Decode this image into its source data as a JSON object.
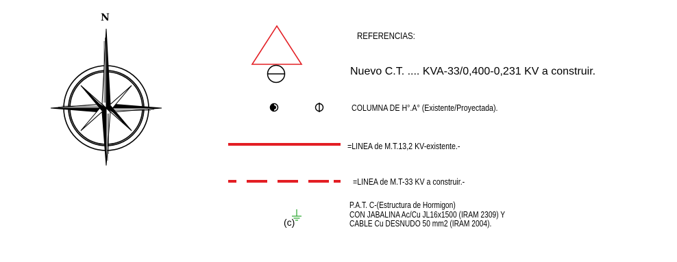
{
  "compass": {
    "north_label": "N",
    "icon": "compass-rose-icon"
  },
  "legend": {
    "title": "REFERENCIAS:",
    "items": [
      {
        "symbol": "transformer-triangle-icon",
        "text": "Nuevo C.T. .... KVA-33/0,400-0,231 KV a construir.",
        "color": "#e31e24"
      },
      {
        "symbol": "column-existing-icon / column-projected-icon",
        "text": "COLUMNA DE H°.A° (Existente/Proyectada)."
      },
      {
        "symbol": "solid-red-line",
        "text": "=LINEA de M.T.13,2 KV-existente.-",
        "color": "#e31e24"
      },
      {
        "symbol": "dashed-red-line",
        "text": "=LINEA de M.T-33 KV a construir.-",
        "color": "#e31e24"
      },
      {
        "symbol": "ground-icon",
        "symbol_label": "(c)",
        "color": "#27a52c",
        "lines": [
          "P.A.T. C-(Estructura de Hormigon)",
          "CON JABALINA Ac/Cu JL16x1500 (IRAM 2309) Y",
          "CABLE Cu DESNUDO 50 mm2 (IRAM 2004)."
        ]
      }
    ]
  }
}
